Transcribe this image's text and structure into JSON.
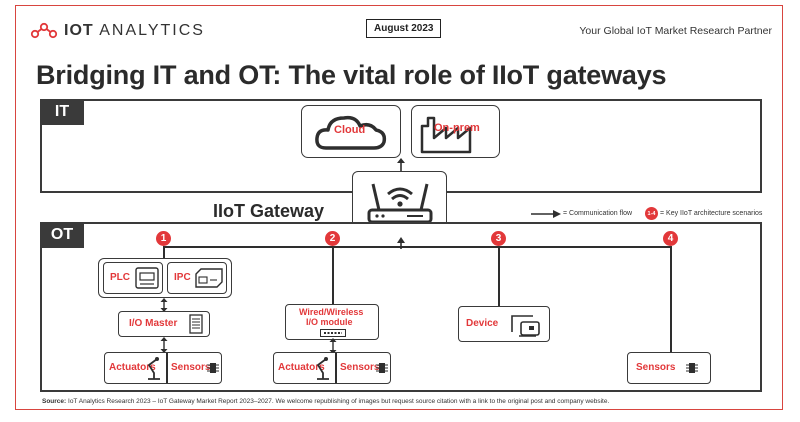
{
  "header": {
    "logo_text_bold": "IOT",
    "logo_text_light": "ANALYTICS",
    "date": "August 2023",
    "tagline": "Your Global IoT Market Research Partner"
  },
  "title": "Bridging IT and OT: The vital role of IIoT gateways",
  "it": {
    "tab": "IT",
    "cloud": "Cloud",
    "onprem": "On-prem"
  },
  "gateway_label": "IIoT Gateway",
  "legend": {
    "flow": "= Communication flow",
    "scenario_badge": "1-4",
    "scenario": "= Key IIoT architecture scenarios"
  },
  "ot": {
    "tab": "OT",
    "scenarios": [
      "1",
      "2",
      "3",
      "4"
    ],
    "plc": "PLC",
    "ipc": "IPC",
    "io_master": "I/O Master",
    "io_module_line1": "Wired/Wireless",
    "io_module_line2": "I/O module",
    "device": "Device",
    "actuators": "Actuators",
    "sensors": "Sensors"
  },
  "source": {
    "bold": "Source:",
    "text": " IoT Analytics Research 2023 – IoT Gateway Market Report 2023–2027. We welcome republishing of images but request source citation with a link to the original post and company website."
  },
  "colors": {
    "accent": "#e2383a",
    "dark": "#3a3a3a",
    "frame": "#d8453f"
  }
}
